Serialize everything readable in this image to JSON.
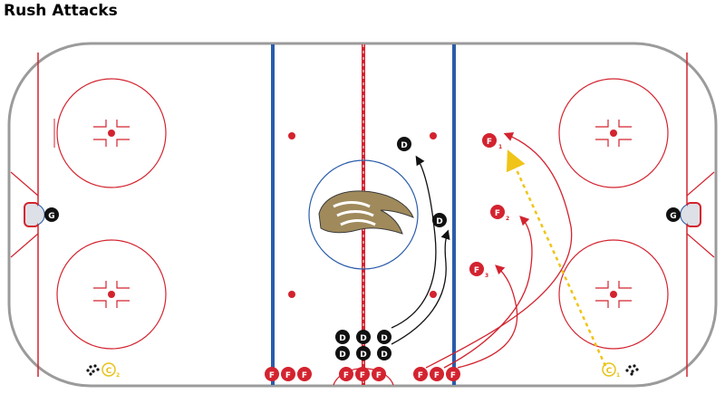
{
  "title": "Rush Attacks",
  "colors": {
    "boards": "#9b9b9b",
    "red_line": "#d3232f",
    "blue_line": "#2a5caa",
    "faceoff_red": "#d3232f",
    "forward_token": "#d3232f",
    "defense_token": "#111111",
    "coach_token": "#e8c21a",
    "pass_line": "#f0c419",
    "skate_path_red": "#d3232f",
    "skate_path_black": "#111111",
    "net_fill": "#dde0e6"
  },
  "tokens": {
    "goalie_left": "G",
    "goalie_right": "G",
    "defense_label": "D",
    "forward_label": "F",
    "coach_label": "C",
    "coach_left_sub": "2",
    "coach_right_sub": "1",
    "f1_label": "F",
    "f1_sub": "1",
    "f2_label": "F",
    "f2_sub": "2",
    "f3_label": "F",
    "f3_sub": "3",
    "d_top_label": "D",
    "d_mid_label": "D"
  },
  "icons": {
    "center_logo": "ducks-logo-icon",
    "puck_pile": "puck-pile-icon"
  }
}
